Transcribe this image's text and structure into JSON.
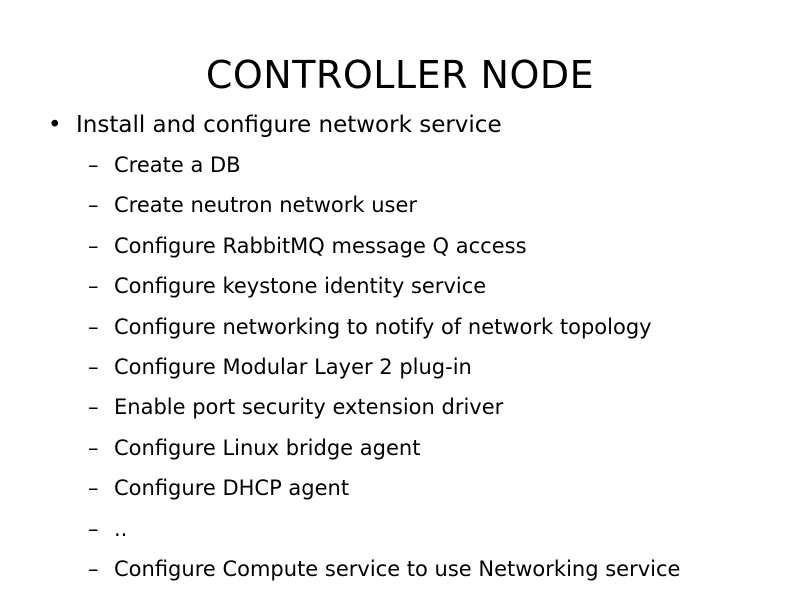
{
  "slide": {
    "title": "CONTROLLER NODE",
    "bullet": {
      "marker": "•",
      "text": "Install and configure network service"
    },
    "subitems": [
      {
        "marker": "–",
        "text": "Create a DB"
      },
      {
        "marker": "–",
        "text": "Create neutron network user"
      },
      {
        "marker": "–",
        "text": "Configure RabbitMQ message Q access"
      },
      {
        "marker": "–",
        "text": "Configure keystone identity service"
      },
      {
        "marker": "–",
        "text": "Configure networking to notify of network topology"
      },
      {
        "marker": "–",
        "text": "Configure Modular Layer 2 plug-in"
      },
      {
        "marker": "–",
        "text": "Enable port security extension driver"
      },
      {
        "marker": "–",
        "text": "Configure Linux bridge agent"
      },
      {
        "marker": "–",
        "text": "Configure DHCP agent"
      },
      {
        "marker": "–",
        "text": ".."
      },
      {
        "marker": "–",
        "text": "Configure Compute service to use Networking service"
      }
    ]
  }
}
